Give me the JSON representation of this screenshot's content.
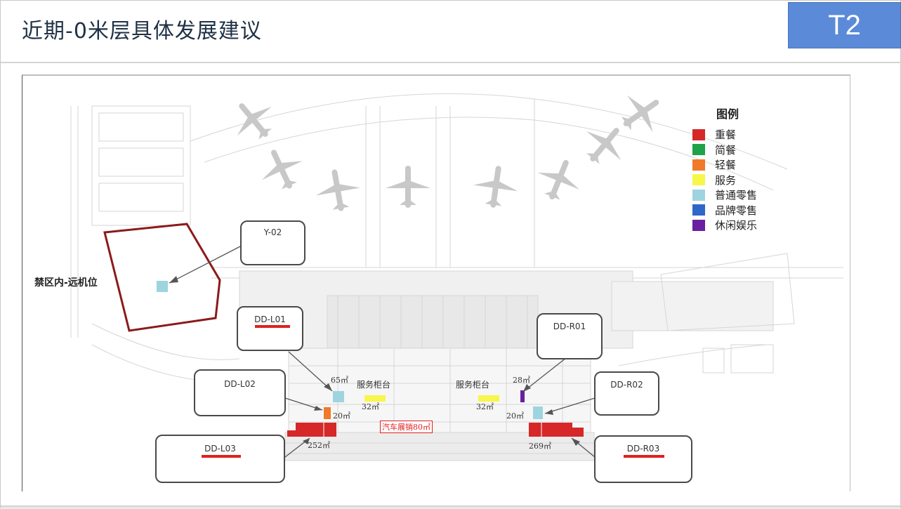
{
  "slide": {
    "title": "近期-0米层具体发展建议",
    "tag": "T2"
  },
  "legend": {
    "title": "图例",
    "items": [
      {
        "label": "重餐",
        "color": "#d62828"
      },
      {
        "label": "简餐",
        "color": "#1fa24a"
      },
      {
        "label": "轻餐",
        "color": "#f07a2a"
      },
      {
        "label": "服务",
        "color": "#f7f74a"
      },
      {
        "label": "普通零售",
        "color": "#9ed4e0"
      },
      {
        "label": "品牌零售",
        "color": "#2f67c9"
      },
      {
        "label": "休闲娱乐",
        "color": "#6a1fa0"
      }
    ]
  },
  "zone": {
    "label": "禁区内-远机位"
  },
  "callouts": {
    "y02": "Y-02",
    "ddl01": "DD-L01",
    "ddl02": "DD-L02",
    "ddl03": "DD-L03",
    "ddr01": "DD-R01",
    "ddr02": "DD-R02",
    "ddr03": "DD-R03"
  },
  "areas": {
    "l01": "65㎡",
    "l02": "20㎡",
    "l03": "252㎡",
    "r01": "28㎡",
    "r02": "20㎡",
    "r03": "269㎡",
    "counter_left_area": "32㎡",
    "counter_right_area": "32㎡"
  },
  "labels": {
    "counter_left": "服务柜台",
    "counter_right": "服务柜台",
    "car_show": "汽车展销80㎡"
  }
}
